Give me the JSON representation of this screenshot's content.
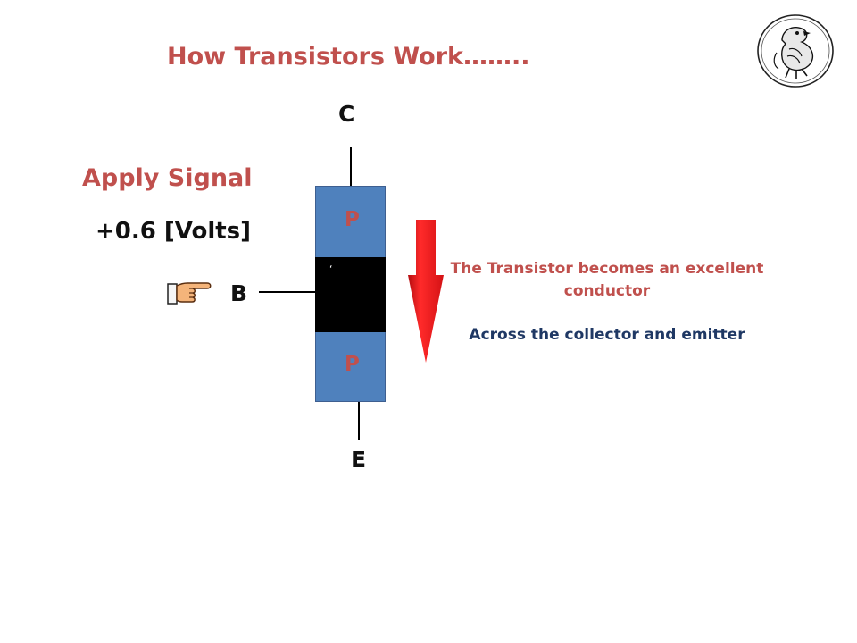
{
  "title": "How Transistors Work……..",
  "signal": {
    "heading": "Apply Signal",
    "voltage": "+0.6 [Volts]"
  },
  "transistor": {
    "collector_label": "C",
    "base_label": "B",
    "emitter_label": "E",
    "top_region_label": "P",
    "bottom_region_label": "P",
    "middle_mark": "‘"
  },
  "message": {
    "line1": "The Transistor  becomes an excellent conductor",
    "line2": "Across the collector and emitter"
  },
  "icons": {
    "pointer": "pointing-hand-icon",
    "flow": "down-arrow-icon",
    "logo": "bird-emblem-icon"
  },
  "colors": {
    "title": "#c0504d",
    "p_region": "#4f81bd",
    "n_region": "#000000",
    "arrow": "#e8171b",
    "message_primary": "#c0504d",
    "message_secondary": "#1f3864"
  }
}
